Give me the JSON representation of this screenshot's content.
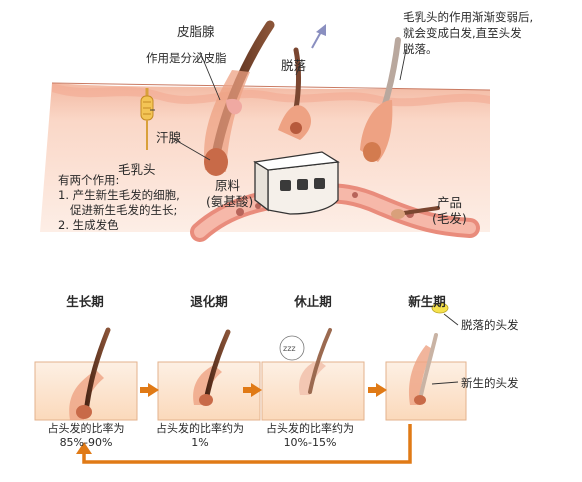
{
  "top": {
    "sebaceous_gland": "皮脂腺",
    "sebaceous_function": "作用是分泌皮脂",
    "shedding": "脱落",
    "papilla_note": [
      "毛乳头的作用渐渐变弱后,",
      "就会变成白发,直至头发",
      "脱落。"
    ],
    "sweat_gland": "汗腺",
    "dermal_papilla": "毛乳头",
    "functions_title": "有两个作用:",
    "function_1a": "1. 产生新生毛发的细胞,",
    "function_1b": "促进新生毛发的生长;",
    "function_2": "2. 生成发色",
    "raw_material": "原料",
    "amino_acid": "(氨基酸)",
    "product": "产品",
    "product_hair": "(毛发)"
  },
  "cycle": {
    "stages": [
      {
        "title": "生长期",
        "ratio": [
          "占头发的比率为",
          "85%-90%"
        ]
      },
      {
        "title": "退化期",
        "ratio": [
          "占头发的比率约为",
          "1%"
        ]
      },
      {
        "title": "休止期",
        "ratio": [
          "占头发的比率约为",
          "10%-15%"
        ]
      },
      {
        "title": "新生期",
        "ratio": []
      }
    ],
    "shed_hair": "脱落的头发",
    "new_hair": "新生的头发",
    "snooze": "zzz"
  },
  "colors": {
    "skin_top": "#f6c9b6",
    "skin_bottom": "#fde6dc",
    "hair": "#6b3b26",
    "arrow": "#e07a16",
    "box_bg": "#fde4cc",
    "follicle": "#f3a98d"
  }
}
